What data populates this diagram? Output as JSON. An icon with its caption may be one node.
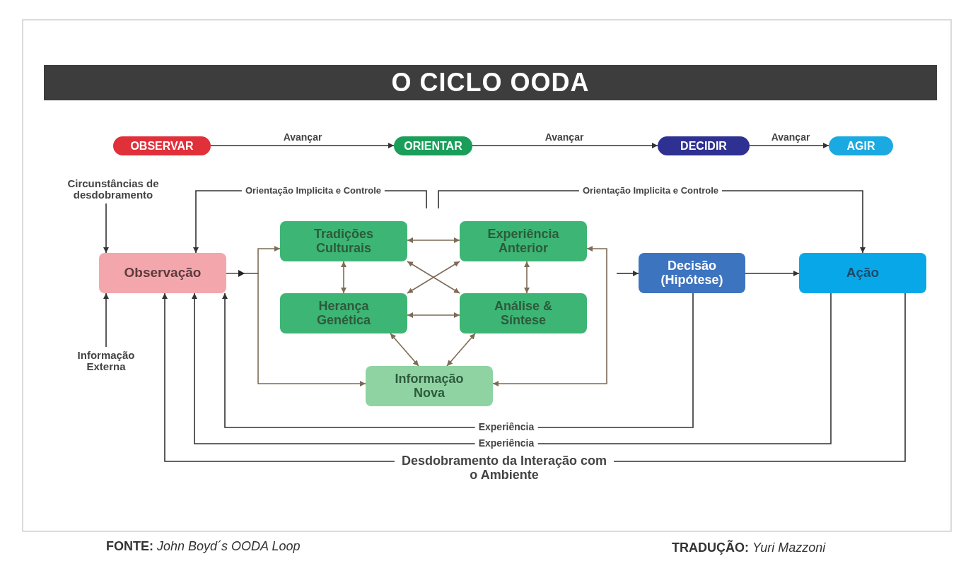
{
  "diagram": {
    "title": "O CICLO OODA",
    "nodes": [
      {
        "text": [
          "OBSERVAR"
        ]
      },
      {
        "text": [
          "ORIENTAR"
        ]
      },
      {
        "text": [
          "DECIDIR"
        ]
      },
      {
        "text": [
          "AGIR"
        ]
      },
      {
        "text": [
          "Circunstâncias de desdobramento"
        ]
      },
      {
        "text": [
          "Observação"
        ]
      },
      {
        "text": [
          "Tradições Culturais"
        ]
      },
      {
        "text": [
          "Experiência Anterior"
        ]
      },
      {
        "text": [
          "Herança Genética"
        ]
      },
      {
        "text": [
          "Análise & Síntese"
        ]
      },
      {
        "text": [
          "Informação Nova"
        ]
      },
      {
        "text": [
          "Decisão (Hipótese)"
        ]
      },
      {
        "text": [
          "Ação"
        ]
      },
      {
        "text": [
          "Informação Externa"
        ]
      }
    ],
    "edges": [
      {
        "from": 0,
        "to": 1,
        "arrow": "to",
        "label": "Avançar"
      },
      {
        "from": 1,
        "to": 2,
        "arrow": "to",
        "label": "Avançar"
      },
      {
        "from": 2,
        "to": 3,
        "arrow": "to",
        "label": "Avançar"
      },
      {
        "from": 4,
        "to": 5,
        "arrow": "to"
      },
      {
        "from": null,
        "to": 5,
        "arrow": "to",
        "label": "Orientação Implicita e Controle"
      },
      {
        "from": null,
        "to": 12,
        "arrow": "to",
        "label": "Orientação Implicita e Controle"
      },
      {
        "from": 5,
        "to": 6,
        "arrow": "to",
        "color": "#7d6b55"
      },
      {
        "from": 5,
        "to": 10,
        "arrow": "to",
        "color": "#7d6b55"
      },
      {
        "from": null,
        "to": 7,
        "arrow": "to",
        "color": "#7d6b55"
      },
      {
        "from": null,
        "to": 10,
        "arrow": "to",
        "color": "#7d6b55"
      },
      {
        "from": 6,
        "to": 7,
        "arrow": "both",
        "color": "#7d6b55"
      },
      {
        "from": 6,
        "to": 8,
        "arrow": "both",
        "color": "#7d6b55"
      },
      {
        "from": 7,
        "to": 9,
        "arrow": "both",
        "color": "#7d6b55"
      },
      {
        "from": 8,
        "to": 9,
        "arrow": "both",
        "color": "#7d6b55"
      },
      {
        "from": 6,
        "to": 9,
        "arrow": "both",
        "color": "#7d6b55"
      },
      {
        "from": 7,
        "to": 8,
        "arrow": "both",
        "color": "#7d6b55"
      },
      {
        "from": 8,
        "to": 10,
        "arrow": "both",
        "color": "#7d6b55"
      },
      {
        "from": 9,
        "to": 10,
        "arrow": "both",
        "color": "#7d6b55"
      },
      {
        "from": null,
        "to": 11,
        "arrow": "to"
      },
      {
        "from": 11,
        "to": 12,
        "arrow": "to"
      },
      {
        "from": 11,
        "to": 5,
        "arrow": "to",
        "label": "Experiência"
      },
      {
        "from": 12,
        "to": 5,
        "arrow": "to",
        "label": "Experiência"
      },
      {
        "from": 12,
        "to": 5,
        "arrow": "to",
        "label": "Desdobramento da Interação com o Ambiente"
      },
      {
        "from": 13,
        "to": 5,
        "arrow": "to"
      }
    ],
    "labels": [
      "**FONTE:** *John Boyd´s OODA Loop*",
      "**TRADUÇÃO:** *Yuri Mazzoni*"
    ]
  }
}
